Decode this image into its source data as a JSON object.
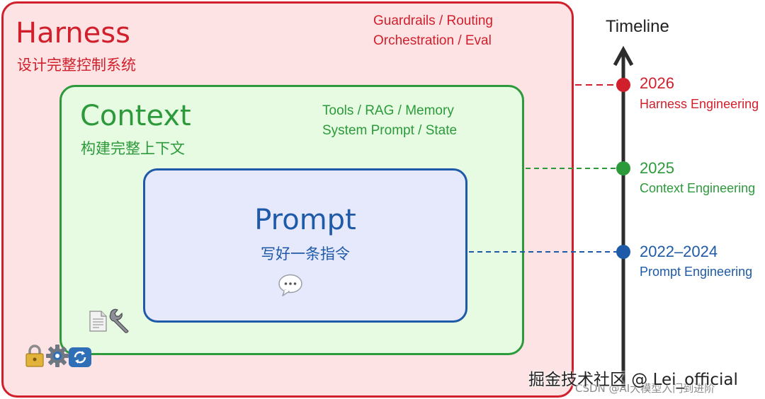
{
  "harness": {
    "title": "Harness",
    "subtitle": "设计完整控制系统",
    "tags": [
      "Guardrails / Routing",
      "Orchestration / Eval"
    ]
  },
  "context": {
    "title": "Context",
    "subtitle": "构建完整上下文",
    "tags": [
      "Tools / RAG / Memory",
      "System Prompt / State"
    ]
  },
  "prompt": {
    "title": "Prompt",
    "subtitle": "写好一条指令"
  },
  "timeline": {
    "label": "Timeline",
    "entries": [
      {
        "year": "2026",
        "name": "Harness Engineering",
        "color": "#d11f2c"
      },
      {
        "year": "2025",
        "name": "Context Engineering",
        "color": "#2c9a3b"
      },
      {
        "year": "2022–2024",
        "name": "Prompt Engineering",
        "color": "#1e5aa8"
      }
    ]
  },
  "icons": [
    "speech-bubble-icon",
    "document-icon",
    "wrench-icon",
    "lock-icon",
    "gear-icon",
    "refresh-icon"
  ],
  "watermark": {
    "main": "掘金技术社区 @ Lei_official",
    "secondary": "CSDN @AI大模型入门到进阶"
  },
  "colors": {
    "harness": "#d11f2c",
    "context": "#2c9a3b",
    "prompt": "#1e5aa8"
  }
}
